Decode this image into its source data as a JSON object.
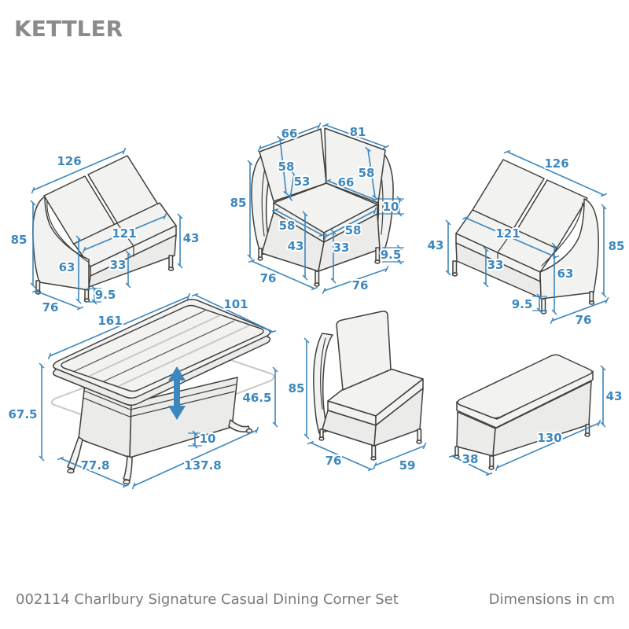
{
  "brand": {
    "logo": "KETTLER"
  },
  "footer": {
    "product_code_and_name": "002114 Charlbury Signature Casual Dining Corner Set",
    "units_note": "Dimensions in cm"
  },
  "colors": {
    "dimension_blue": "#3c87be",
    "outline_dark": "#3f3f3d",
    "furniture_fill": "#f2f2f0",
    "ghost_gray": "#c8c8c6",
    "logo_gray": "#8b8b8b",
    "footer_gray": "#7a7a7a"
  },
  "pieces": {
    "left_sofa": {
      "name": "left sofa section",
      "dims": {
        "width": "126",
        "height": "85",
        "seat_width": "121",
        "seat_height": "43",
        "arm_height": "63",
        "cushion_height": "33",
        "leg_height": "9.5",
        "depth": "76"
      }
    },
    "corner_chair": {
      "name": "corner section",
      "dims": {
        "back_left_top": "66",
        "back_right_top": "81",
        "back_left_height": "58",
        "back_corner_height": "53",
        "seat_back_width": "66",
        "back_right_height": "58",
        "height": "85",
        "cushion_thickness": "10",
        "seat_front_left": "58",
        "seat_front_right": "58",
        "seat_height": "43",
        "cushion_height": "33",
        "leg_height": "9.5",
        "depth_left": "76",
        "depth_right": "76"
      }
    },
    "right_sofa": {
      "name": "right sofa section",
      "dims": {
        "width": "126",
        "seat_height": "43",
        "seat_width": "121",
        "cushion_height": "33",
        "arm_height": "63",
        "leg_height": "9.5",
        "height": "85",
        "depth": "76"
      }
    },
    "table": {
      "name": "height adjustable table",
      "dims": {
        "top_length": "161",
        "top_width": "101",
        "max_height": "67.5",
        "min_height": "46.5",
        "shelf_offset": "10",
        "base_depth": "77.8",
        "base_length": "137.8"
      }
    },
    "chair": {
      "name": "armless chair",
      "dims": {
        "height": "85",
        "depth": "76",
        "width": "59"
      }
    },
    "bench": {
      "name": "bench",
      "dims": {
        "height": "43",
        "length": "130",
        "depth": "38"
      }
    }
  }
}
